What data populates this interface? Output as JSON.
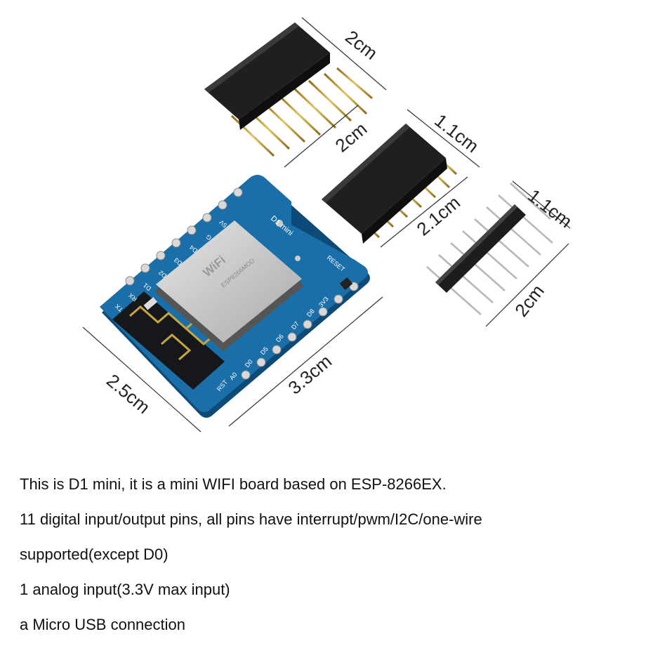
{
  "dimensions": {
    "header_long_width": "2cm",
    "header_long_length": "2cm",
    "header_short_width": "1.1cm",
    "header_short_length": "2.1cm",
    "pin_header_width": "1.1cm",
    "pin_header_length": "2cm",
    "board_width": "2.5cm",
    "board_length": "3.3cm"
  },
  "board": {
    "title": "D1 mini",
    "reset_label": "RESET",
    "chip_wifi": "WiFi",
    "chip_model": "ESP8266MOD",
    "left_pins": [
      "5V",
      "G",
      "D4",
      "D3",
      "D2",
      "D1",
      "RX",
      "TX"
    ],
    "right_pins": [
      "3V3",
      "D8",
      "D7",
      "D6",
      "D5",
      "D0",
      "A0",
      "RST"
    ]
  },
  "description": {
    "line1": "This is D1 mini, it is a mini WIFI board based on ESP-8266EX.",
    "line2": "11 digital input/output pins, all pins have interrupt/pwm/I2C/one-wire",
    "line3": "supported(except D0)",
    "line4": "1 analog input(3.3V max input)",
    "line5": "a Micro USB connection"
  },
  "colors": {
    "pcb": "#1b6fa8",
    "header": "#1c1c1c",
    "pin": "#c9a53b",
    "chip_shield": "#c9c9c9"
  }
}
